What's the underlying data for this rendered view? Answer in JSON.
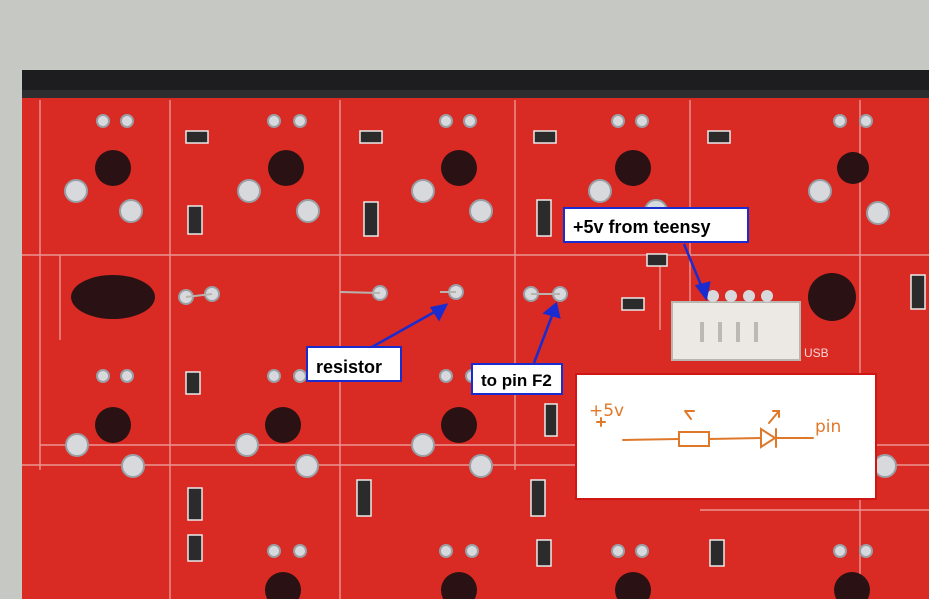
{
  "annotations": {
    "teensy_label": "+5v  from teensy",
    "resistor_label": "resistor",
    "pin_label": "to pin F2"
  },
  "schematic": {
    "supply_label": "+5v",
    "pin_label": "pin"
  },
  "silkscreen": {
    "usb_label": "USB"
  },
  "colors": {
    "pcb": "#d92a24",
    "callout_border": "#1a2bd0",
    "schematic_border": "#d01515",
    "handwriting": "#e0782a"
  }
}
